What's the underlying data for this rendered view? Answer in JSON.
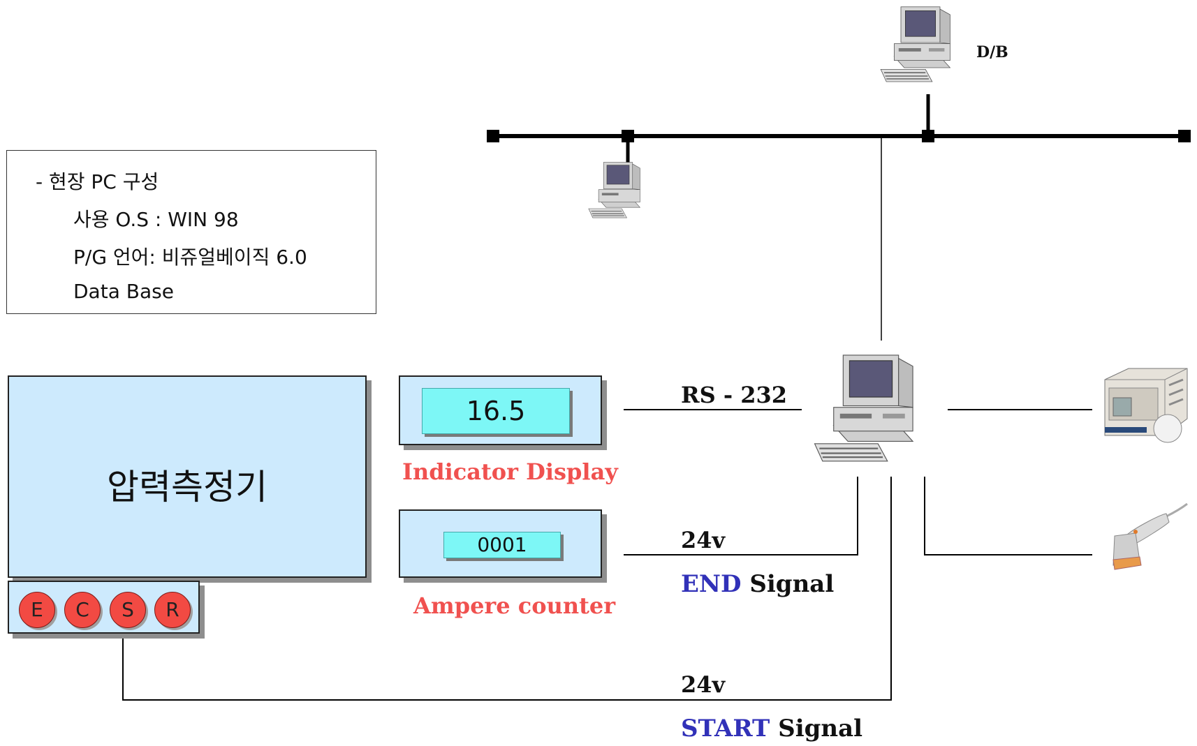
{
  "info": {
    "title": "- 현장 PC 구성",
    "os": "사용 O.S : WIN 98",
    "lang": "P/G 언어: 비쥬얼베이직 6.0",
    "db": "Data Base"
  },
  "device": {
    "title": "압력측정기"
  },
  "buttons": [
    "E",
    "C",
    "S",
    "R"
  ],
  "indicator": {
    "value": "16.5",
    "caption": "Indicator Display"
  },
  "counter": {
    "value": "0001",
    "caption": "Ampere counter"
  },
  "rs232": "RS - 232",
  "end_signal": {
    "voltage": "24v",
    "accent": "END",
    "rest": " Signal"
  },
  "start_signal": {
    "voltage": "24v",
    "accent": "START",
    "rest": " Signal"
  },
  "db_label": "D/B",
  "icons": [
    "desktop-pc-icon",
    "label-printer-icon",
    "barcode-scanner-icon"
  ],
  "colors": {
    "panel_bg": "#cdeafd",
    "readout_bg": "#7df7f6",
    "button_red": "#f24a43",
    "caption_red": "#f0514f",
    "signal_blue": "#3131b8"
  }
}
